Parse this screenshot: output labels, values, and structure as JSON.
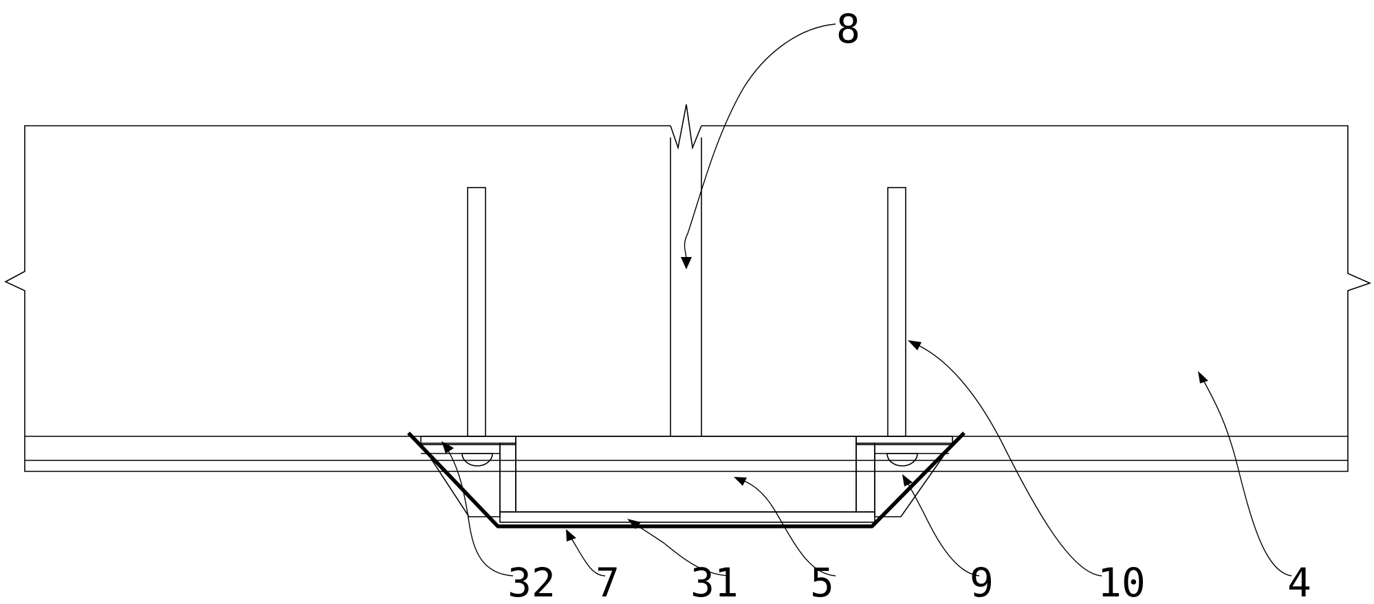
{
  "labels": {
    "l8": "8",
    "l32": "32",
    "l7": "7",
    "l31": "31",
    "l5": "5",
    "l9": "9",
    "l10": "10",
    "l4": "4"
  },
  "colors": {
    "line": "#000000",
    "background": "#ffffff"
  }
}
